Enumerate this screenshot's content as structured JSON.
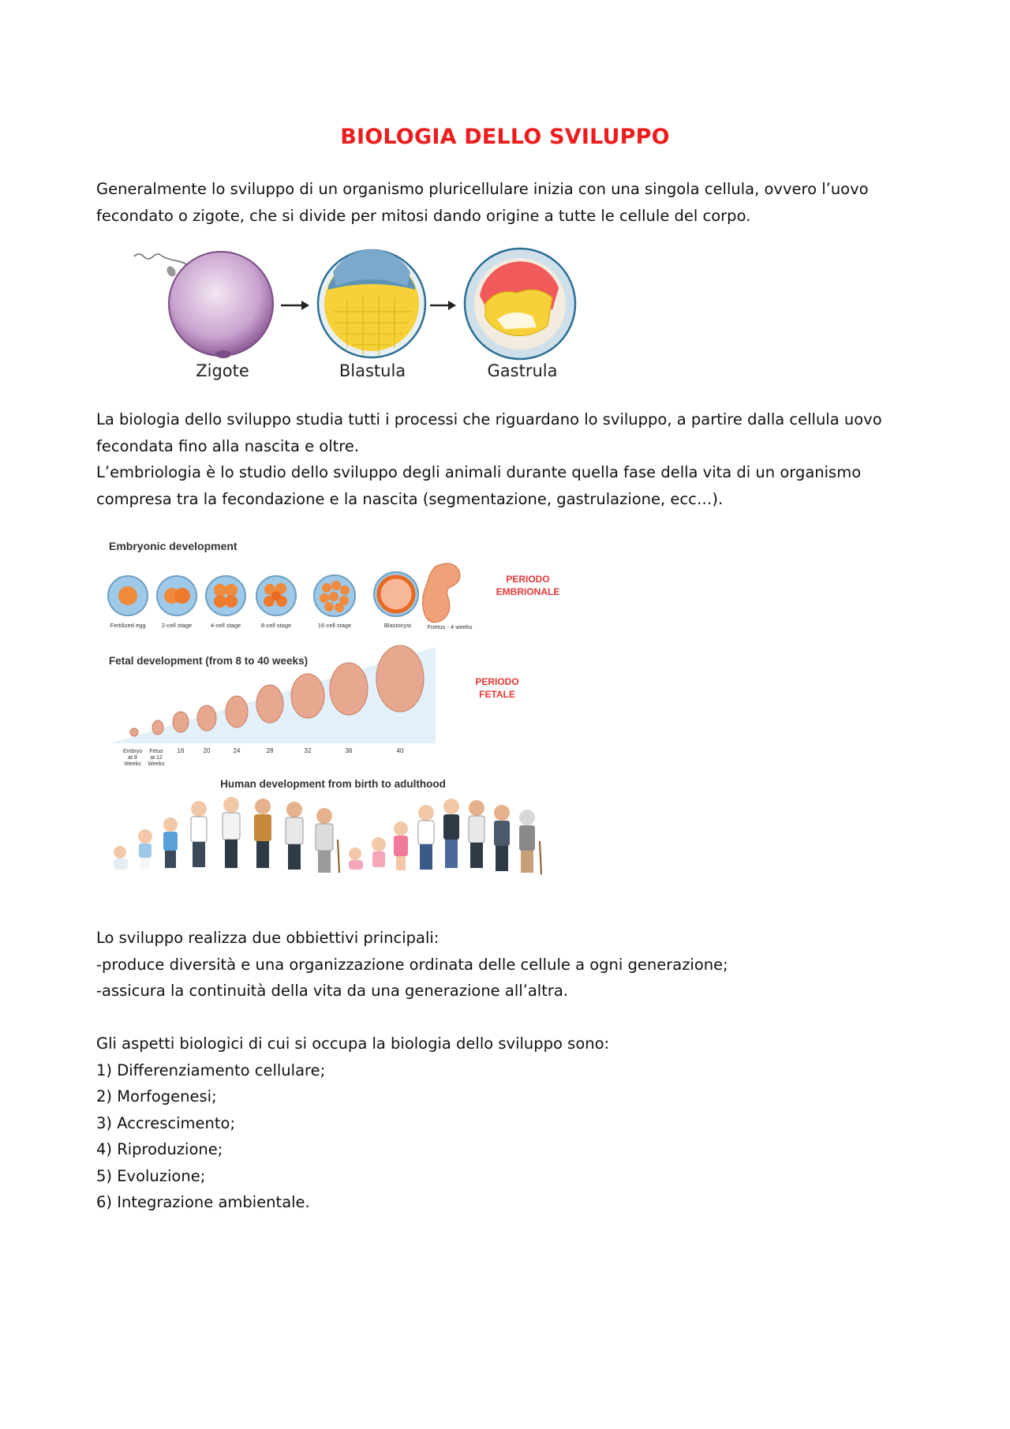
{
  "title": "BIOLOGIA DELLO SVILUPPO",
  "intro": {
    "lines": [
      "Generalmente lo sviluppo di un organismo pluricellulare inizia con una singola cellula, ovvero l’uovo",
      "fecondato o zigote, che si divide per mitosi dando origine a tutte le cellule del corpo."
    ]
  },
  "figure1": {
    "labels": [
      "Zigote",
      "Blastula",
      "Gastrula"
    ]
  },
  "definition": {
    "lines": [
      "La biologia dello sviluppo studia tutti i processi che riguardano lo sviluppo, a partire dalla cellula uovo",
      "fecondata fino alla nascita e oltre.",
      "L’embriologia è lo studio dello sviluppo degli animali durante quella fase della vita di un organismo",
      "compresa tra la fecondazione e la nascita (segmentazione, gastrulazione, ecc…)."
    ]
  },
  "figure2": {
    "embryonic_title": "Embryonic development",
    "embryonic_stages": [
      "Fertilized egg",
      "2-cell stage",
      "4-cell stage",
      "8-cell stage",
      "16-cell stage",
      "Blastocyst",
      "Foetus - 4 weeks"
    ],
    "periodo_embrionale": [
      "PERIODO",
      "EMBRIONALE"
    ],
    "fetal_title": "Fetal development (from 8 to 40 weeks)",
    "fetal_weeks": [
      "16",
      "20",
      "24",
      "28",
      "32",
      "36",
      "40"
    ],
    "embryo_label": [
      "Embryo",
      "at 8",
      "Weeks"
    ],
    "fetus_label": [
      "Fetus",
      "at 12",
      "Weeks"
    ],
    "periodo_fetale": [
      "PERIODO",
      "FETALE"
    ],
    "human_title": "Human development from birth to adulthood",
    "colors": {
      "red": "#e53935",
      "skin": "#e8a88f",
      "egg": "#9ec9e8"
    }
  },
  "goals": {
    "lines": [
      "Lo sviluppo realizza due obbiettivi principali:",
      "-produce diversità e una organizzazione ordinata delle cellule a ogni generazione;",
      "-assicura la continuità della vita da una generazione all’altra."
    ]
  },
  "aspects": {
    "intro": "Gli aspetti biologici di cui si occupa la biologia dello sviluppo sono:",
    "items": [
      "1) Differenziamento cellulare;",
      "2) Morfogenesi;",
      "3) Accrescimento;",
      "4) Riproduzione;",
      "5) Evoluzione;",
      "6) Integrazione ambientale."
    ]
  }
}
